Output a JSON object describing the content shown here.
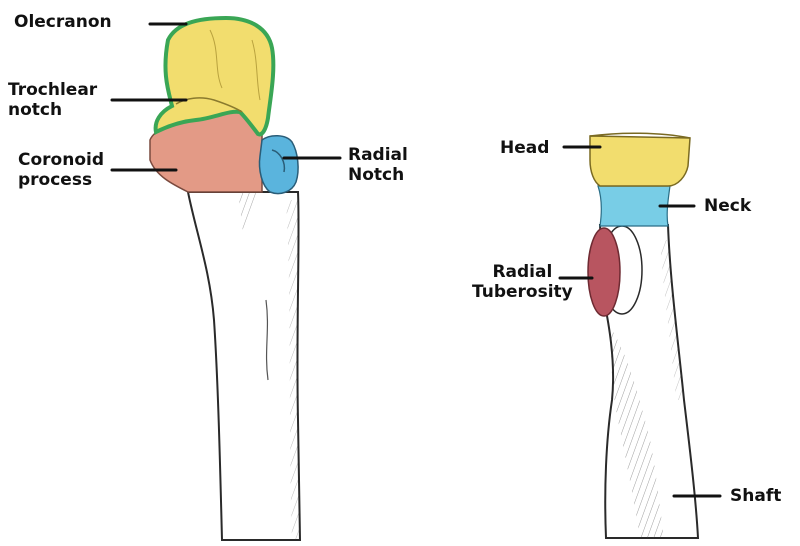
{
  "labels": {
    "olecranon": "Olecranon",
    "trochlear_notch": "Trochlear\nnotch",
    "coronoid_process": "Coronoid\nprocess",
    "radial_notch": "Radial\nNotch",
    "head": "Head",
    "neck": "Neck",
    "radial_tuberosity": "Radial\nTuberosity",
    "shaft": "Shaft"
  },
  "colors": {
    "olecranon_edge": "#3aa655",
    "trochlear_yellow": "#f2dd6e",
    "coronoid_salmon": "#e39a86",
    "radial_notch_blue": "#5ab4dd",
    "head_yellow": "#f2dd6e",
    "neck_blue": "#78cde6",
    "tuberosity_red": "#b85560",
    "bone_outline": "#2a2a2a",
    "bone_fill": "#ffffff",
    "label_text": "#111111",
    "leader_line": "#111111"
  }
}
